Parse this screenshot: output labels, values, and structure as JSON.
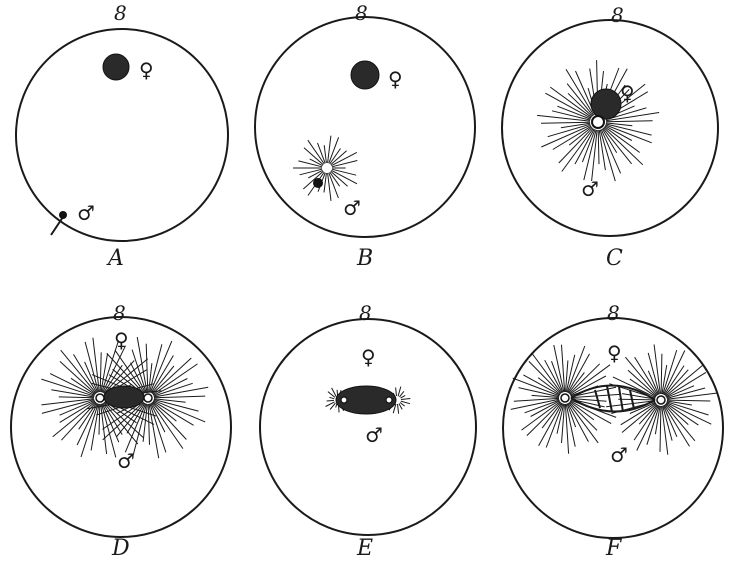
{
  "figure": {
    "panels": [
      {
        "id": "A",
        "label": "A",
        "top_number": "8",
        "female_symbol": "♀",
        "male_symbol": "♂"
      },
      {
        "id": "B",
        "label": "B",
        "top_number": "8",
        "female_symbol": "♀",
        "male_symbol": "♂"
      },
      {
        "id": "C",
        "label": "C",
        "top_number": "8",
        "female_symbol": "♀",
        "male_symbol": "♂"
      },
      {
        "id": "D",
        "label": "D",
        "top_number": "8",
        "female_symbol": "♀",
        "male_symbol": "♂"
      },
      {
        "id": "E",
        "label": "E",
        "top_number": "8",
        "female_symbol": "♀",
        "male_symbol": "♂"
      },
      {
        "id": "F",
        "label": "F",
        "top_number": "8",
        "female_symbol": "♀",
        "male_symbol": "♂"
      }
    ]
  }
}
